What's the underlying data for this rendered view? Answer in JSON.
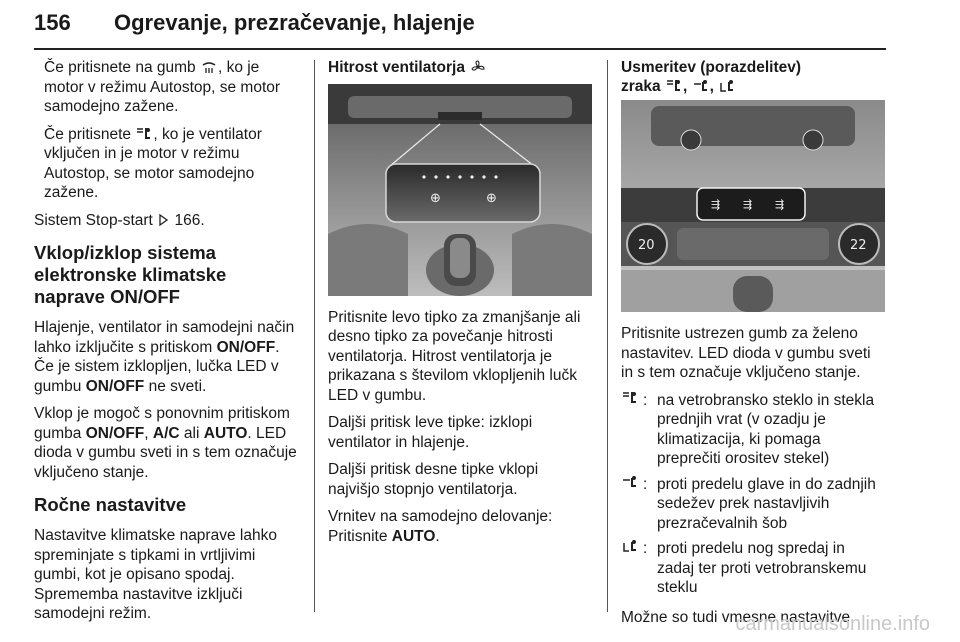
{
  "header": {
    "page_number": "156",
    "title": "Ogrevanje, prezračevanje, hlajenje"
  },
  "col1": {
    "p1": "Če pritisnete na gumb , ko je motor v režimu Autostop, se motor samodejno zažene.",
    "p1a": "Če pritisnete na gumb",
    "p1b": ", ko je motor v režimu Autostop, se motor samodejno zažene.",
    "p2a": "Če pritisnete",
    "p2b": ", ko je ventilator vključen in je motor v režimu Autostop, se motor samodejno zažene.",
    "p3a": "Sistem Stop-start",
    "p3b": "166.",
    "h_onoff": "Vklop/izklop sistema elektronske klimatske naprave ON/OFF",
    "p4a": "Hlajenje, ventilator in samodejni način lahko izklju­čite s pritiskom",
    "p4_bold1": "ON/OFF",
    "p4b": ". Če je sistem izklopljen, lučka LED v gumbu",
    "p4_bold2": "ON/OFF",
    "p4c": "ne sveti.",
    "p5a": "Vklop je mogoč s ponovnim pritiskom gumba",
    "p5_b1": "ON/OFF",
    "p5_sep": ",",
    "p5_b2": "A/C",
    "p5_or": "ali",
    "p5_b3": "AUTO",
    "p5c": ". LED dioda v gumbu sveti in s tem označuje vključeno stanje.",
    "h_manual": "Ročne nastavitve",
    "p6": "Nastavitve klimatske naprave lahko spreminjate s tipkami in vrtljivimi gumbi, kot je opisano spodaj. Sprememba nastavitve izključi samodejni režim."
  },
  "col2": {
    "heading": "Hitrost ventilatorja",
    "p1": "Pritisnite levo tipko za zmanjšanje ali desno tipko za povečanje hitrosti ventilatorja. Hitrost ventilatorja je prikazana s številom vklopljenih lučk LED v gumbu.",
    "p2": "Daljši pritisk leve tipke: izklopi ventilator in hlajenje.",
    "p3": "Daljši pritisk desne tipke vklopi najvišjo stopnjo ventilatorja.",
    "p4a": "Vrnitev na samodejno delovanje: Pritisnite",
    "p4_bold": "AUTO",
    "p4b": "."
  },
  "col3": {
    "heading_line1": "Usmeritev (porazdelitev)",
    "heading_line2": "zraka",
    "heading_sep1": ",",
    "heading_sep2": ",",
    "knob_left": "20",
    "knob_right": "22",
    "p1": "Pritisnite ustrezen gumb za želeno nastavitev. LED dioda v gumbu sveti in s tem označuje vključeno stanje.",
    "items": [
      {
        "colon": ":",
        "text": "na vetrobransko steklo in stekla prednjih vrat (v ozadju je klimatizacija, ki pomaga preprečiti orositev stekel)"
      },
      {
        "colon": ":",
        "text": "proti predelu glave in do zadnjih sedežev prek nastavljivih prezračevalnih šob"
      },
      {
        "colon": ":",
        "text": "proti predelu nog spredaj in zadaj ter proti vetrobranskemu steklu"
      }
    ],
    "p2": "Možne so tudi vmesne nastavitve."
  },
  "watermark": "carmanualsonline.info",
  "icons": [
    "defrost-icon",
    "airflow-windscreen-icon",
    "fan-icon",
    "arrow-ref-icon",
    "airflow-head-icon",
    "airflow-feet-icon"
  ]
}
